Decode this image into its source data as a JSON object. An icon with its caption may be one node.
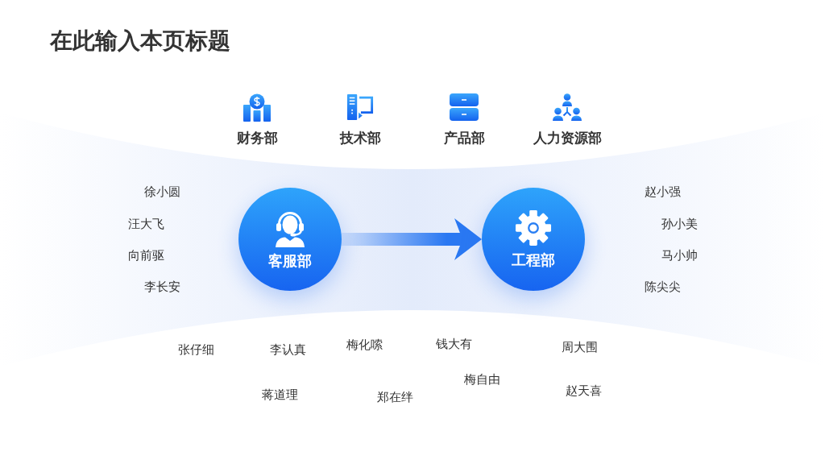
{
  "diagram": {
    "title": "在此输入本页标题",
    "nodes": [
      {
        "text": [
          "客服部"
        ]
      },
      {
        "text": [
          "工程部"
        ]
      }
    ],
    "edges": [
      {
        "from": 0,
        "to": 1,
        "arrow": "to"
      }
    ],
    "labels": [
      "财务部",
      "技术部",
      "产品部",
      "人力资源部",
      "徐小圆",
      "赵小强",
      "汪大飞",
      "孙小美",
      "向前驱",
      "马小帅",
      "李长安",
      "陈尖尖",
      "张仔细",
      "李认真",
      "梅化嗦",
      "钱大有",
      "周大围",
      "蒋道理",
      "郑在绊",
      "梅自由",
      "赵天喜"
    ]
  }
}
